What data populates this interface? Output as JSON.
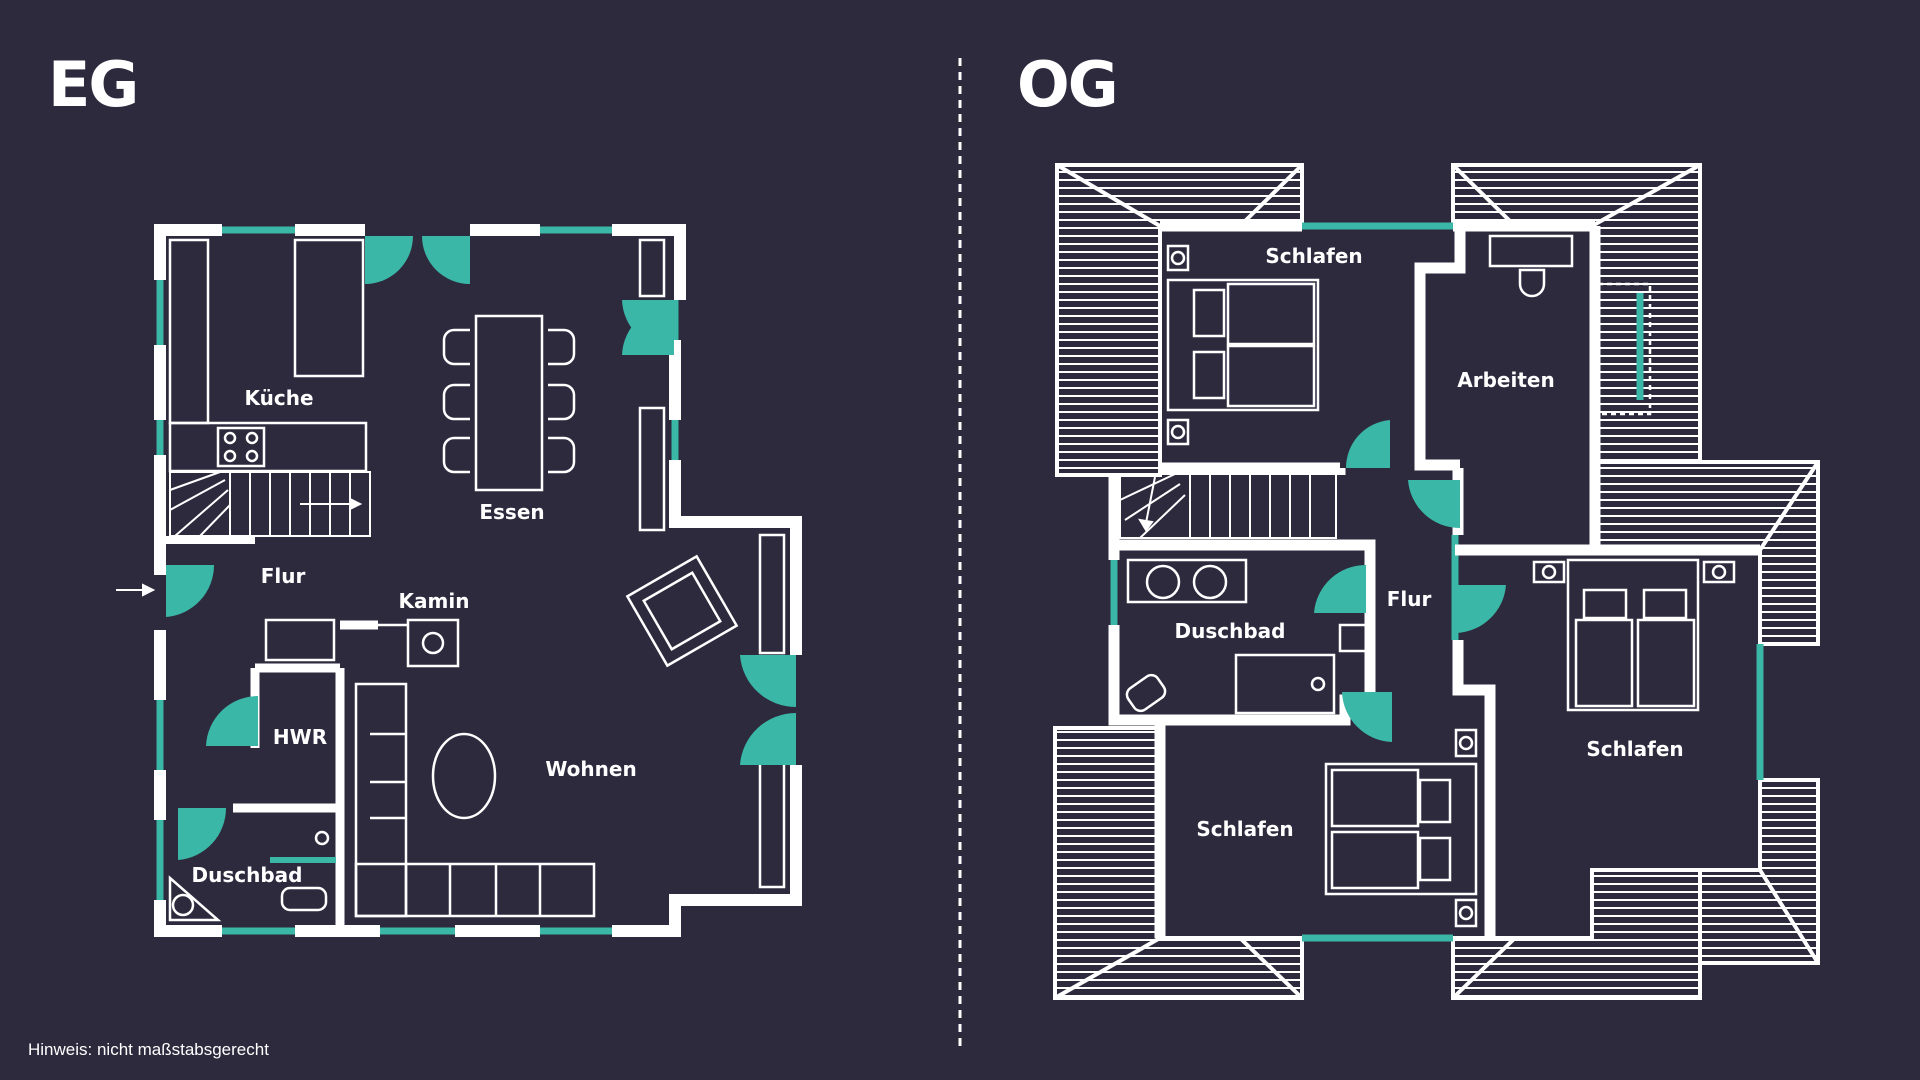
{
  "floors": {
    "eg": {
      "title": "EG",
      "rooms": {
        "kueche": "Küche",
        "essen": "Essen",
        "flur": "Flur",
        "kamin": "Kamin",
        "hwr": "HWR",
        "duschbad": "Duschbad",
        "wohnen": "Wohnen"
      }
    },
    "og": {
      "title": "OG",
      "rooms": {
        "schlafen_top": "Schlafen",
        "arbeiten": "Arbeiten",
        "duschbad": "Duschbad",
        "flur": "Flur",
        "schlafen_right": "Schlafen",
        "schlafen_bottom": "Schlafen"
      }
    }
  },
  "note": "Hinweis: nicht maßstabsgerecht",
  "colors": {
    "background": "#2d2a3e",
    "wall": "#ffffff",
    "accent": "#3ab7a6"
  }
}
